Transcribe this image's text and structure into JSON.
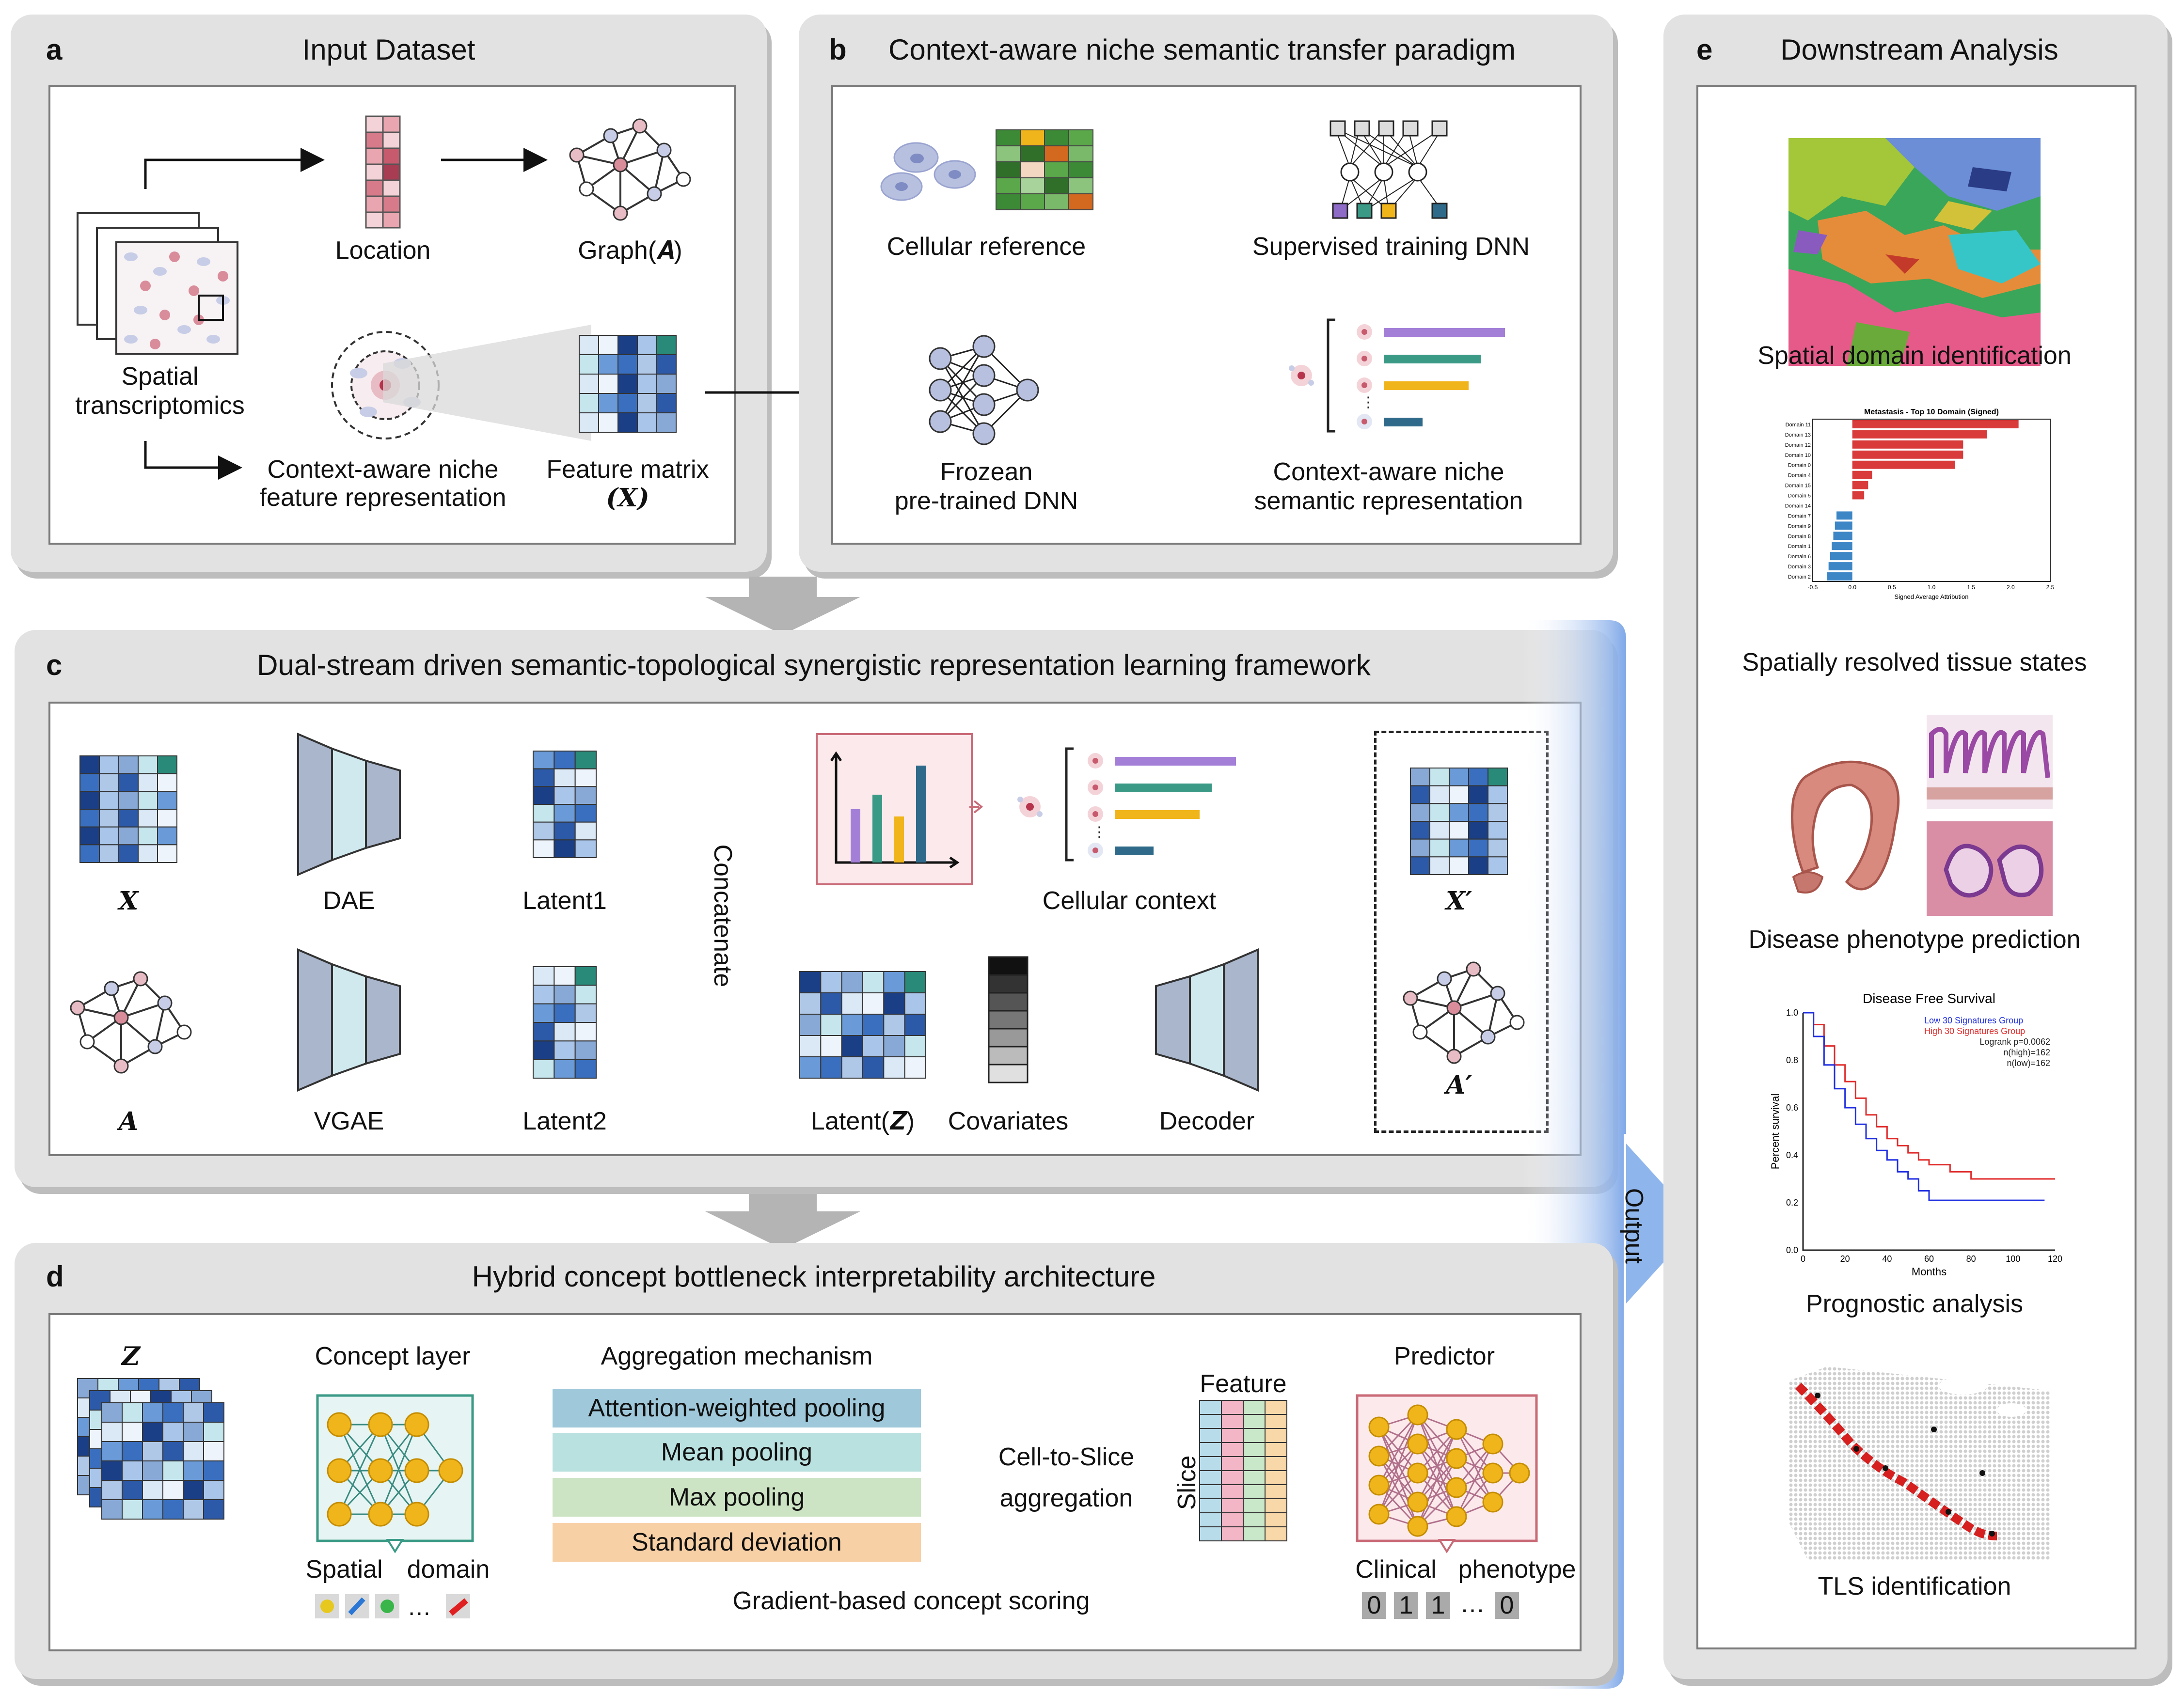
{
  "panel_a": {
    "label": "a",
    "title": "Input Dataset",
    "spatial": "Spatial",
    "transcriptomics": "transcriptomics",
    "location": "Location",
    "graph": "Graph(𝑨)",
    "niche1": "Context-aware niche",
    "niche2": "feature representation",
    "feature1": "Feature matrix",
    "feature2": "(𝑿)"
  },
  "panel_b": {
    "label": "b",
    "title": "Context-aware niche semantic transfer paradigm",
    "cellular_reference": "Cellular reference",
    "supervised": "Supervised training DNN",
    "frozen1": "Frozean",
    "frozen2": "pre-trained DNN",
    "semantic1": "Context-aware niche",
    "semantic2": "semantic representation"
  },
  "panel_c": {
    "label": "c",
    "title": "Dual-stream driven semantic-topological synergistic representation learning framework",
    "x": "X",
    "dae": "DAE",
    "latent1": "Latent1",
    "concatenate": "Concatenate",
    "cellular_context": "Cellular context",
    "xprime": "X′",
    "a": "A",
    "vgae": "VGAE",
    "latent2": "Latent2",
    "latentz": "Latent(𝒁)",
    "covariates": "Covariates",
    "decoder": "Decoder",
    "aprime": "A′"
  },
  "panel_d": {
    "label": "d",
    "title": "Hybrid concept bottleneck interpretability architecture",
    "z": "Z",
    "concept_layer": "Concept layer",
    "aggregation_mechanism": "Aggregation mechanism",
    "pooling": [
      "Attention-weighted pooling",
      "Mean pooling",
      "Max pooling",
      "Standard deviation"
    ],
    "cell_to_slice1": "Cell-to-Slice",
    "cell_to_slice2": "aggregation",
    "feature": "Feature",
    "slice": "Slice",
    "predictor": "Predictor",
    "spatial_domain": "Spatial",
    "domain": "domain",
    "clinical": "Clinical",
    "phenotype": "phenotype",
    "gradient": "Gradient-based concept scoring",
    "dots": "…",
    "bits": [
      "0",
      "1",
      "1",
      "…",
      "0"
    ]
  },
  "panel_e": {
    "label": "e",
    "title": "Downstream Analysis",
    "items": [
      "Spatial domain identification",
      "Spatially resolved tissue states",
      "Disease phenotype prediction",
      "Prognostic analysis",
      "TLS identification"
    ],
    "bar_title": "Metastasis - Top 10 Domain (Signed)",
    "bar_xlabel": "Signed Average Attribution",
    "km_title": "Disease Free Survival",
    "km_legend": [
      "Low 30 Signatures Group",
      "High 30 Signatures Group",
      "Logrank p=0.0062",
      "n(high)=162",
      "n(low)=162"
    ],
    "km_ylabel": "Percent survival",
    "km_xlabel": "Months"
  },
  "output_label": "Output",
  "colors": {
    "panel_bg": "#e2e2e2",
    "arrow_blue": "#8fb6ec",
    "pink_arrow": "#e58c94"
  },
  "chart_data": {
    "type": "bar",
    "title": "Metastasis - Top 10 Domain (Signed)",
    "xlabel": "Signed Average Attribution",
    "categories": [
      "Domain 11",
      "Domain 13",
      "Domain 12",
      "Domain 10",
      "Domain 0",
      "Domain 4",
      "Domain 15",
      "Domain 5",
      "Domain 14",
      "Domain 7",
      "Domain 9",
      "Domain 8",
      "Domain 1",
      "Domain 6",
      "Domain 3",
      "Domain 2"
    ],
    "values": [
      2.1,
      1.7,
      1.4,
      1.4,
      1.3,
      0.25,
      0.2,
      0.15,
      0.0,
      -0.2,
      -0.22,
      -0.24,
      -0.26,
      -0.28,
      -0.3,
      -0.32
    ],
    "xlim": [
      -0.5,
      2.5
    ],
    "xticks": [
      "-0.5",
      "0.0",
      "0.5",
      "1.0",
      "1.5",
      "2.0",
      "2.5"
    ]
  }
}
